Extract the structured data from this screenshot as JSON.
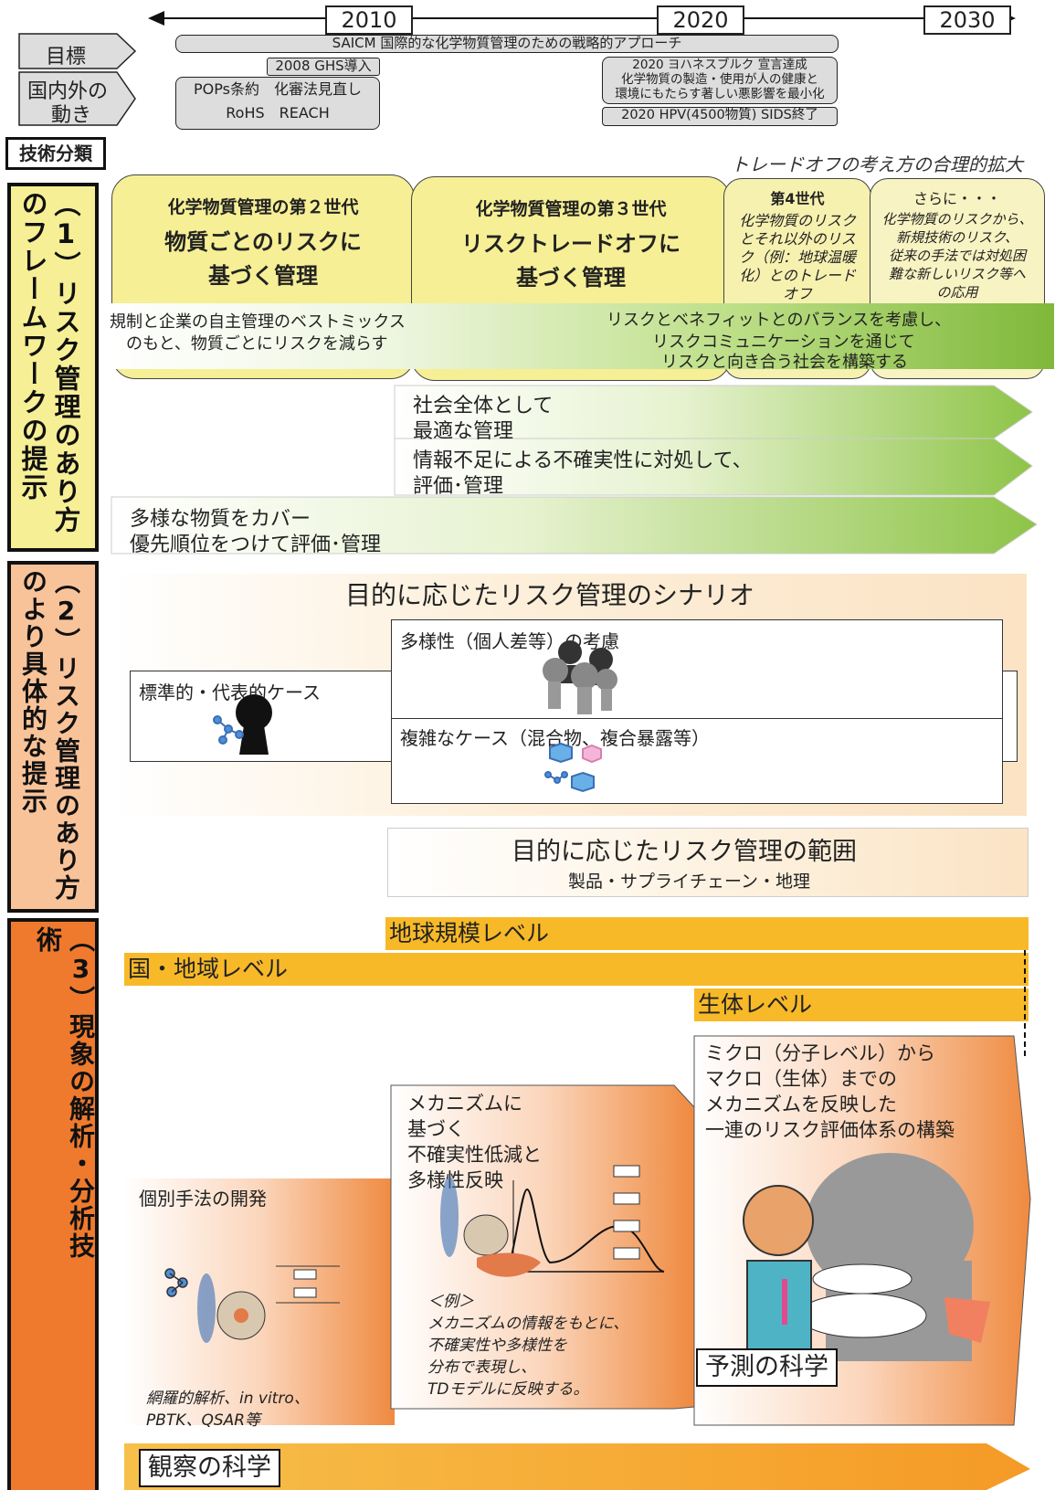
{
  "timeline": {
    "years": [
      "2010",
      "2020",
      "2030"
    ]
  },
  "row_labels": {
    "goal": "目標",
    "movement": [
      "国内外の",
      "動き"
    ],
    "tech": "技術分類"
  },
  "events": {
    "saicm": "SAICM 国際的な化学物質管理のための戦略的アプローチ",
    "ghs": "2008 GHS導入",
    "pops": [
      "POPs条約　化審法見直し",
      "RoHS　REACH"
    ],
    "wssd": [
      "2020 ヨハネスブルク 宣言達成",
      "化学物質の製造・使用が人の健康と",
      "環境にもたらす著しい悪影響を最小化"
    ],
    "hpv": "2020 HPV(4500物質)  SIDS終了"
  },
  "tradeoff_note": "トレードオフの考え方の合理的拡大",
  "section1": {
    "label": "（1）リスク管理のあり方のフレームワークの提示",
    "gen2": [
      "化学物質管理の第２世代",
      "物質ごとのリスクに",
      "基づく管理"
    ],
    "gen3": [
      "化学物質管理の第３世代",
      "リスクトレードオフに",
      "基づく管理"
    ],
    "gen4": {
      "title": "第4世代",
      "lines": [
        "化学物質のリスク",
        "とそれ以外のリス",
        "ク（例：地球温暖",
        "化）とのトレード",
        "オフ"
      ]
    },
    "beyond": {
      "title": "さらに・・・",
      "lines": [
        "化学物質のリスクから、",
        "新規技術のリスク、",
        "従来の手法では対処困",
        "難な新しいリスク等へ",
        "の応用"
      ]
    },
    "band_left": [
      "規制と企業の自主管理のベストミックス",
      "のもと、物質ごとにリスクを減らす"
    ],
    "band_right": [
      "リスクとベネフィットとのバランスを考慮し、",
      "リスクコミュニケーションを通じて",
      "リスクと向き合う社会を構築する"
    ],
    "arrow1": [
      "社会全体として",
      "最適な管理"
    ],
    "arrow2": [
      "情報不足による不確実性に対処して、",
      "評価･管理"
    ],
    "arrow3": [
      "多様な物質をカバー",
      "優先順位をつけて評価･管理"
    ]
  },
  "section2": {
    "label": "（2）リスク管理のあり方のより具体的な提示",
    "scenario_title": "目的に応じたリスク管理のシナリオ",
    "standard": "標準的・代表的ケース",
    "diversity": "多様性（個人差等）の考慮",
    "complex": "複雑なケース（混合物、複合暴露等）",
    "scope_title": "目的に応じたリスク管理の範囲",
    "scope_sub": "製品・サプライチェーン・地理"
  },
  "section3": {
    "label": "（3）現象の解析・分析技術",
    "global": "地球規模レベル",
    "national": "国・地域レベル",
    "bio": "生体レベル",
    "micro": [
      "ミクロ（分子レベル）から",
      "マクロ（生体）までの",
      "メカニズムを反映した",
      "一連のリスク評価体系の構築"
    ],
    "mech": [
      "メカニズムに",
      "基づく",
      "不確実性低減と",
      "多様性反映"
    ],
    "example": [
      "＜例＞",
      "メカニズムの情報をもとに、",
      "不確実性や多様性を",
      "分布で表現し、",
      "TDモデルに反映する。"
    ],
    "individual": "個別手法の開発",
    "methods": [
      "網羅的解析、in vitro、",
      "PBTK、QSAR等"
    ],
    "observation": "観察の科学",
    "prediction": "予測の科学"
  },
  "colors": {
    "yellow": "#f6ef95",
    "peach": "#f9c39a",
    "orange": "#ef7a2e",
    "green": "#7fb83a",
    "gold": "#f7b928"
  }
}
